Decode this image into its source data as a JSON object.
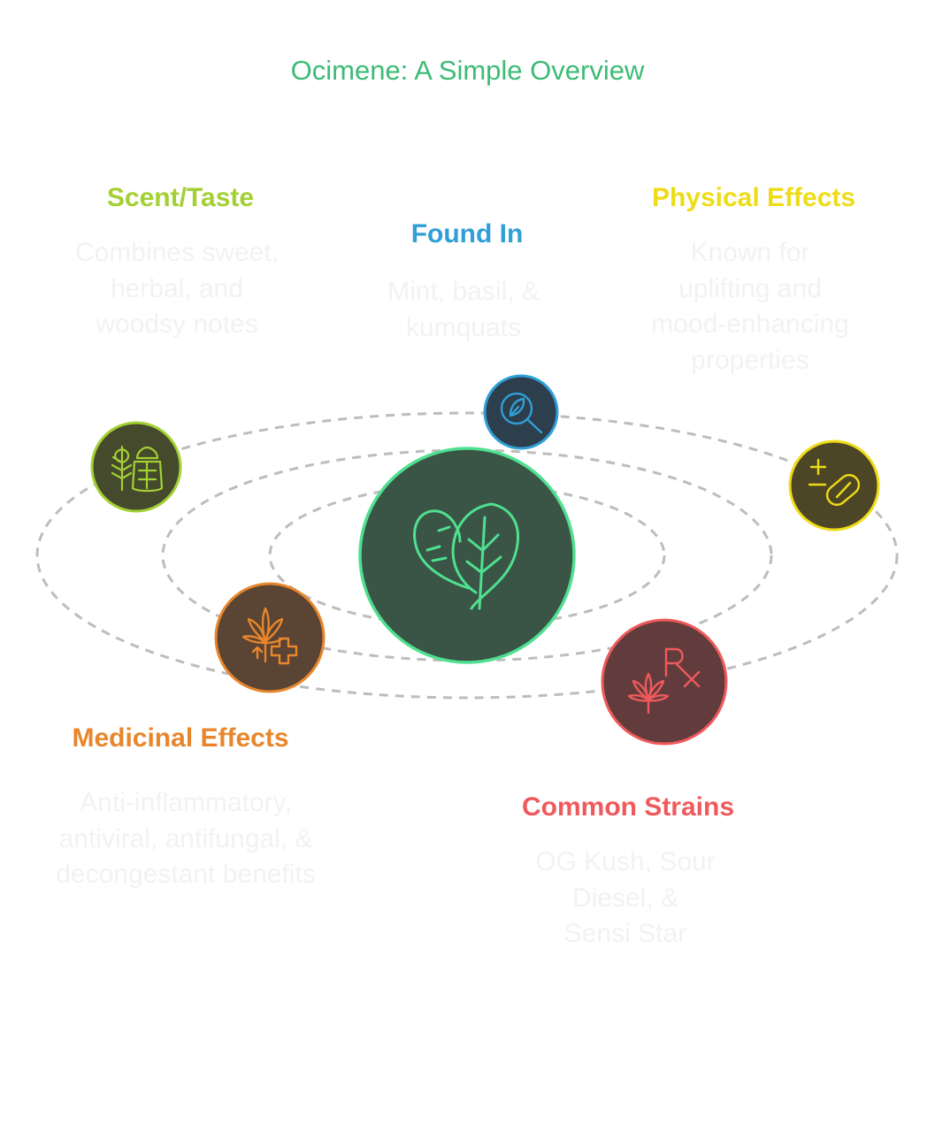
{
  "title": "Ocimene: A Simple Overview",
  "center": {
    "icon": "leaves-icon",
    "fill": "#3a5446",
    "stroke": "#4fe08f"
  },
  "nodes": {
    "scent": {
      "title": "Scent/Taste",
      "desc_lines": [
        "Combines sweet,",
        "herbal, and",
        "woodsy notes"
      ],
      "color": "#a3d033",
      "fill": "#454a2d",
      "icon": "herb-and-spice-jar-icon"
    },
    "found": {
      "title": "Found In",
      "desc_lines": [
        "Mint, basil, &",
        "kumquats"
      ],
      "color": "#2f9fd6",
      "fill": "#2d3e4c",
      "icon": "magnify-leaf-icon"
    },
    "physical": {
      "title": "Physical Effects",
      "desc_lines": [
        "Known for",
        "uplifting and",
        "mood-enhancing",
        "properties"
      ],
      "color": "#eedc16",
      "fill": "#4d4626",
      "icon": "plus-minus-pill-icon"
    },
    "medicinal": {
      "title": "Medicinal Effects",
      "desc_lines": [
        "Anti-inflammatory,",
        "antiviral, antifungal, &",
        "decongestant benefits"
      ],
      "color": "#e8862c",
      "fill": "#5a4433",
      "icon": "cannabis-leaf-plus-icon"
    },
    "strains": {
      "title": "Common Strains",
      "desc_lines": [
        "OG Kush, Sour",
        "Diesel, &",
        "Sensi Star"
      ],
      "color": "#f0595c",
      "fill": "#623c3c",
      "icon": "rx-cannabis-icon"
    }
  },
  "orbit_color": "#bdbdbd"
}
